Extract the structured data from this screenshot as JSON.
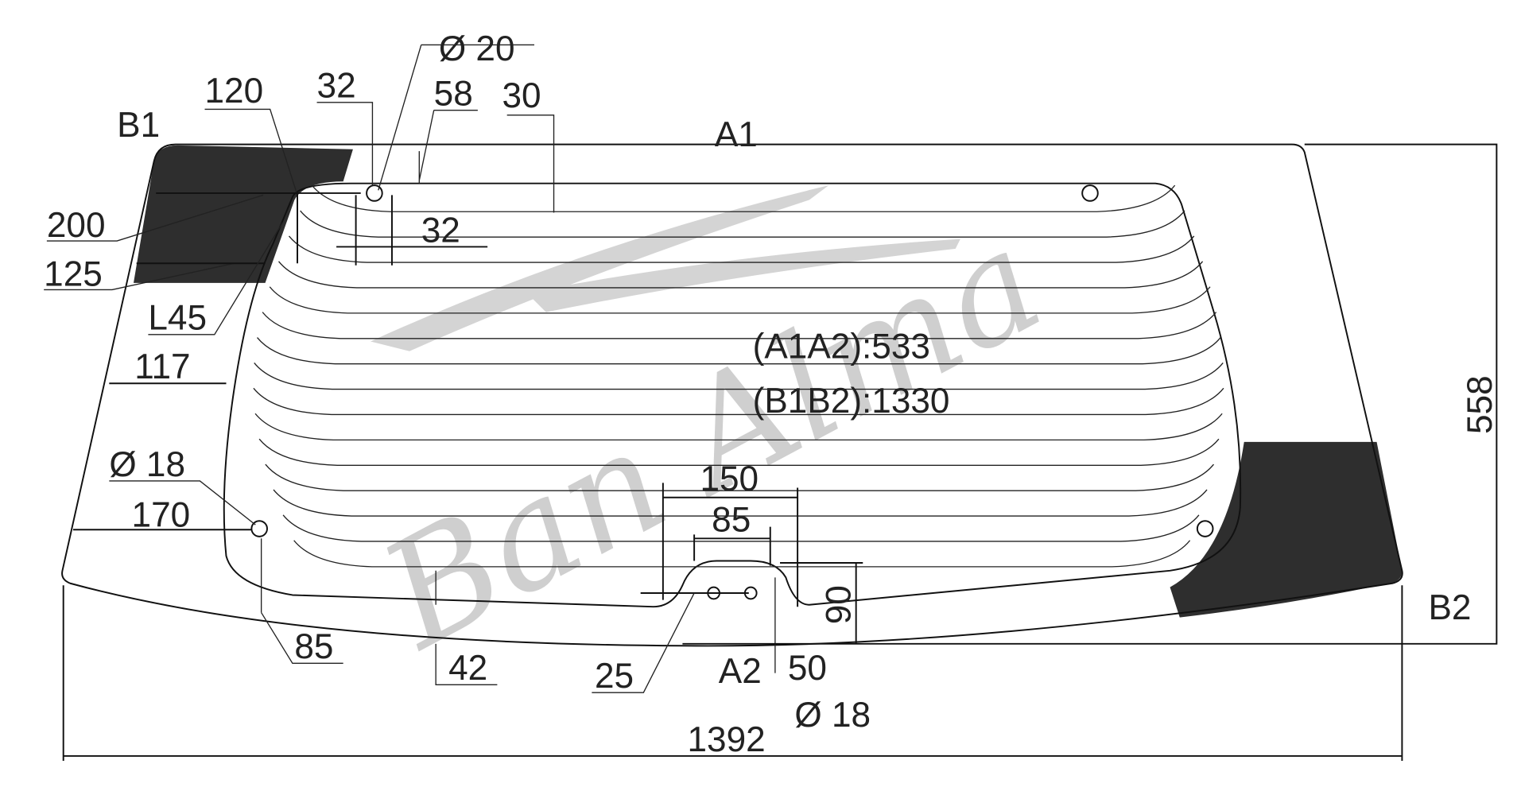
{
  "title": "Rear windshield dimension drawing",
  "watermark": "Ban Alma",
  "colors": {
    "ceramic_band": "#2e2e2e",
    "line": "#111111",
    "watermark": "#cfcfcf"
  },
  "labels": {
    "a1": "A1",
    "a2": "A2",
    "b1": "B1",
    "b2": "B2",
    "hole_top_dia": "Ø 20",
    "d120": "120",
    "d32_top": "32",
    "d58": "58",
    "d30": "30",
    "d200": "200",
    "d32_mid": "32",
    "d125": "125",
    "l45": "L45",
    "d117": "117",
    "a1a2": "(A1A2):533",
    "b1b2": "(B1B2):1330",
    "d558": "558",
    "hole_left_dia": "Ø 18",
    "d170": "170",
    "d150": "150",
    "d85_center": "85",
    "d90": "90",
    "d85_left": "85",
    "d42": "42",
    "d25": "25",
    "d50": "50",
    "hole_bottom_dia": "Ø 18",
    "d1392": "1392"
  }
}
